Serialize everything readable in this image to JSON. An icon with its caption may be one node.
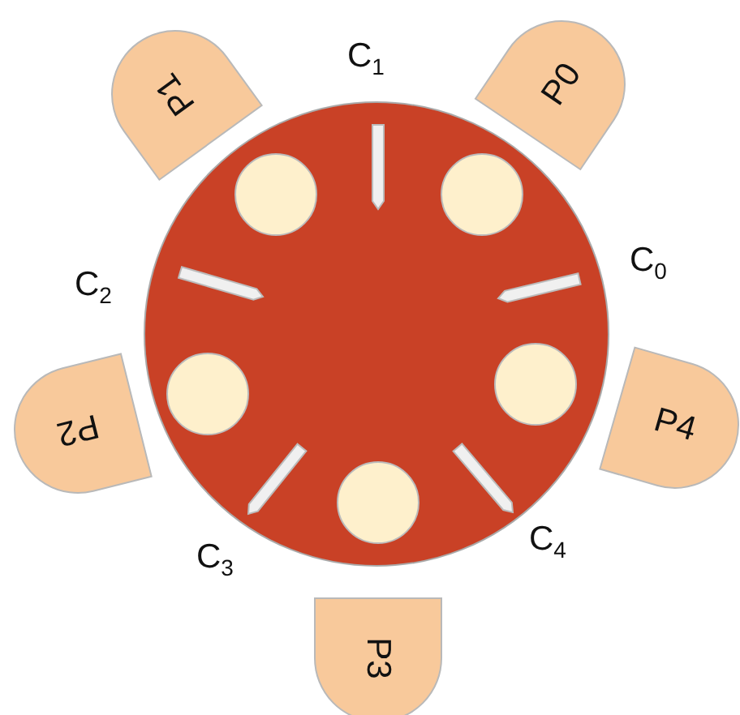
{
  "diagram": {
    "nodes": [
      {
        "text": [
          "P1"
        ]
      },
      {
        "text": [
          "P0"
        ]
      },
      {
        "text": [
          "P2"
        ]
      },
      {
        "text": [
          "P4"
        ]
      },
      {
        "text": [
          "P3"
        ]
      }
    ],
    "labels": [
      "C$_{1}$",
      "C$_{2}$",
      "C$_{0}$",
      "C$_{3}$",
      "C$_{4}$"
    ]
  }
}
